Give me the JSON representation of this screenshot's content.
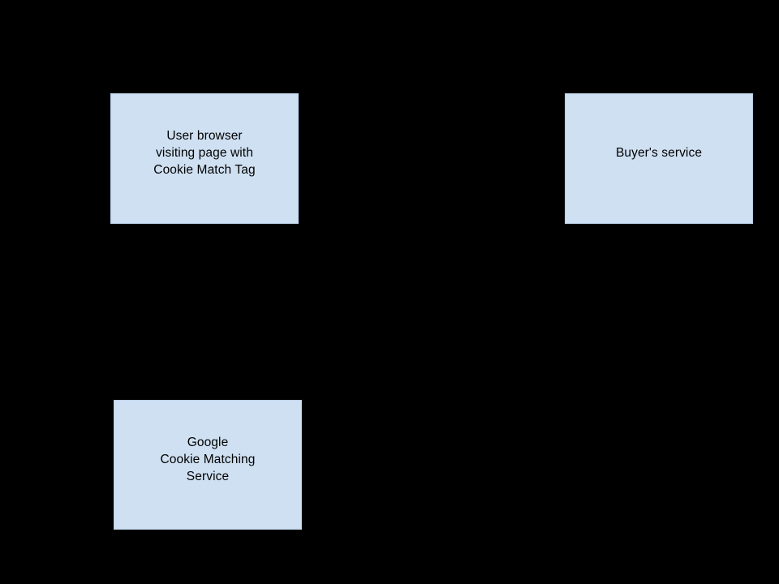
{
  "diagram": {
    "background_color": "#000000",
    "node_fill_color": "#cfe0f2",
    "node_text_color": "#000000",
    "nodes": [
      {
        "id": "user-browser",
        "label": "User browser\nvisiting page with\nCookie Match Tag"
      },
      {
        "id": "buyers-service",
        "label": "Buyer's service"
      },
      {
        "id": "google-cookie-matching-service",
        "label": "Google\nCookie Matching\nService"
      }
    ]
  }
}
